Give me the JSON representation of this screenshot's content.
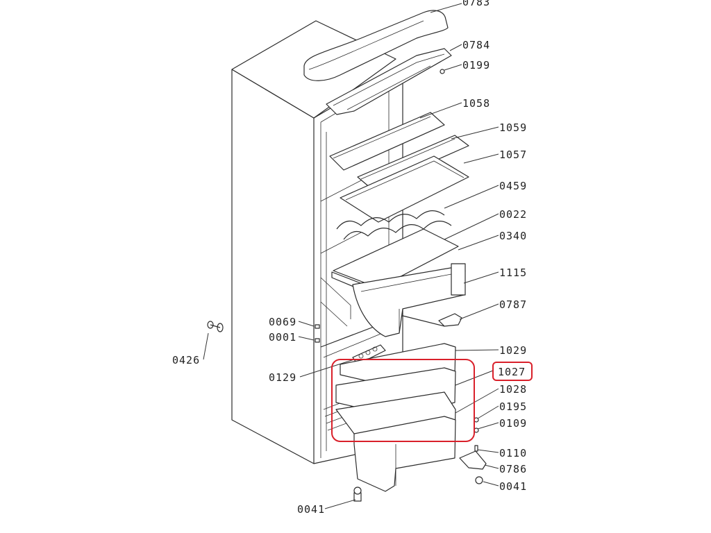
{
  "diagram": {
    "highlight_color": "#d9202a",
    "line_color": "#2b2b2b",
    "callouts": [
      {
        "id": "0783",
        "label": "0783"
      },
      {
        "id": "0784",
        "label": "0784"
      },
      {
        "id": "0199",
        "label": "0199"
      },
      {
        "id": "1058",
        "label": "1058"
      },
      {
        "id": "1059",
        "label": "1059"
      },
      {
        "id": "1057",
        "label": "1057"
      },
      {
        "id": "0459",
        "label": "0459"
      },
      {
        "id": "0022",
        "label": "0022"
      },
      {
        "id": "0340",
        "label": "0340"
      },
      {
        "id": "1115",
        "label": "1115"
      },
      {
        "id": "0787",
        "label": "0787"
      },
      {
        "id": "0069",
        "label": "0069"
      },
      {
        "id": "0001",
        "label": "0001"
      },
      {
        "id": "0426",
        "label": "0426"
      },
      {
        "id": "1029",
        "label": "1029"
      },
      {
        "id": "0129",
        "label": "0129"
      },
      {
        "id": "1027",
        "label": "1027"
      },
      {
        "id": "1028",
        "label": "1028"
      },
      {
        "id": "0195",
        "label": "0195"
      },
      {
        "id": "0109",
        "label": "0109"
      },
      {
        "id": "0110",
        "label": "0110"
      },
      {
        "id": "0786",
        "label": "0786"
      },
      {
        "id": "0041a",
        "label": "0041"
      },
      {
        "id": "0041b",
        "label": "0041"
      }
    ]
  }
}
